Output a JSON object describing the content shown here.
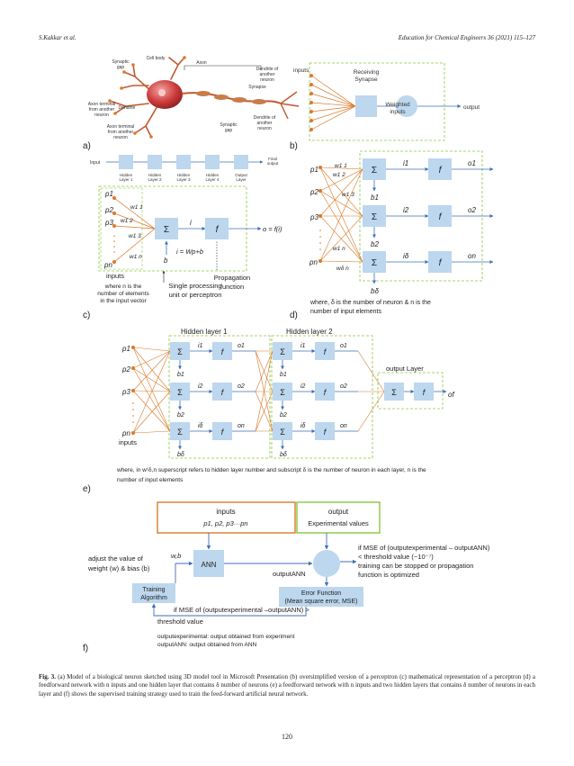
{
  "header": {
    "authors": "S.Kakkar et al.",
    "journal": "Education for Chemical Engineers 36 (2021) 115–127"
  },
  "figure": {
    "panel_labels": [
      "a)",
      "b)",
      "c)",
      "d)",
      "e)",
      "f)"
    ],
    "a": {
      "cell_body": "Cell body",
      "synaptic_gap_top": [
        "Synaptic",
        "gap"
      ],
      "axon": "Axon",
      "dendrite_another": [
        "Dendrite of",
        "another",
        "neuron"
      ],
      "synapse": "Synapse",
      "axon_terminal_1": [
        "Axon terminal",
        "from another",
        "neuron"
      ],
      "dendrite": "Dendrite",
      "axon_terminal_2": [
        "Axon terminal",
        "from another",
        "neuron"
      ],
      "synaptic_gap_bottom": [
        "Synaptic",
        "gap"
      ],
      "dendrite_another_2": [
        "Dendrite of",
        "another",
        "neuron"
      ]
    },
    "b": {
      "inputs": "inputs",
      "receiving": [
        "Receiving",
        "Synapse"
      ],
      "weighted": [
        "Weighted",
        "inputs"
      ],
      "output": "output"
    },
    "c": {
      "input": "Input",
      "layers": [
        [
          "Hidden",
          "Layer 1"
        ],
        [
          "Hidden",
          "Layer 2"
        ],
        [
          "Hidden",
          "Layer 3"
        ],
        [
          "Hidden",
          "Layer 4"
        ],
        [
          "Output",
          "Layer"
        ]
      ],
      "final_output": [
        "Final",
        "output"
      ],
      "p_labels": [
        "p1",
        "p2",
        "p3",
        "pn"
      ],
      "w_labels": [
        "w1 1",
        "w1 2",
        "w1 3",
        "w1 n"
      ],
      "sum": "Σ",
      "f": "f",
      "i": "i",
      "b": "b",
      "equation": "i = Wp+b",
      "output_eq": "o = f(i)",
      "inputs": "inputs",
      "note": [
        "where n is the",
        "number of elements",
        "in the input vector"
      ],
      "single_unit": [
        "Single processing",
        "unit or perceptron"
      ],
      "propagation": [
        "Propagation",
        "function"
      ]
    },
    "d": {
      "p_labels": [
        "p1",
        "p2",
        "p3",
        "pn"
      ],
      "w_labels": [
        "w1 1",
        "w1 2",
        "w1 3",
        "w1 n",
        "wδ n"
      ],
      "sum": "Σ",
      "f": "f",
      "i_labels": [
        "i1",
        "i2",
        "iδ"
      ],
      "o_labels": [
        "o1",
        "o2",
        "on"
      ],
      "b_labels": [
        "b1",
        "b2",
        "bδ"
      ],
      "note": [
        "where, δ is the number of neuron & n is the",
        "number of input elements"
      ]
    },
    "e": {
      "hidden1": "Hidden layer 1",
      "hidden2": "Hidden layer 2",
      "output_layer": "output Layer",
      "p_labels": [
        "p1",
        "p2",
        "p3",
        "pn"
      ],
      "inputs": "inputs",
      "note": [
        "where, in w¹δ,n superscript refers to hidden layer number and subscript δ is the number of neuron in each layer, n is the",
        "number of input elements"
      ],
      "of": "of"
    },
    "f": {
      "inputs": "inputs",
      "inputs_sub": "p1, p2, p3···pn",
      "output": "output",
      "output_sub": "Experimental values",
      "adjust": [
        "adjust the value of",
        "weight (w) & bias (b)"
      ],
      "wb": "w,b",
      "ann": "ANN",
      "output_ann": "outputANN",
      "training": [
        "Training",
        "Algorithm"
      ],
      "error": [
        "Error Function",
        "(Mean square error, MSE)"
      ],
      "if_mse_right": [
        "if MSE of (outputexperimental – outputANN)",
        "< threshold value (~10⁻⁷)",
        "training can be stopped or propagation",
        "function is optimized"
      ],
      "if_mse_bottom": [
        "if MSE of (outputexperimental –outputANN) >",
        "threshold value"
      ],
      "legend": [
        "outputexperimental: output obtained from experiment",
        "outputANN: output obtained from ANN"
      ]
    }
  },
  "caption": {
    "label": "Fig. 3.",
    "text": " (a) Model of a biological neuron sketched using 3D model tool in Microsoft Presentation (b) oversimplified version of a perceptron (c) mathematical representation of a perceptron (d) a feedforward network with n inputs and one hidden layer that contains δ number of neurons (e) a feedforward network with n inputs and two hidden layers that contains δ number of neurons in each layer and (f) shows the supervised training strategy used to train the feed-forward artificial neural network."
  },
  "page_number": "120",
  "colors": {
    "box_fill": "#bcd7ee",
    "node_orange": "#d97a2b",
    "dashed_green": "#8cc63f",
    "neuron_red": "#c73a3a",
    "arrow_blue": "#3d6fb6"
  }
}
